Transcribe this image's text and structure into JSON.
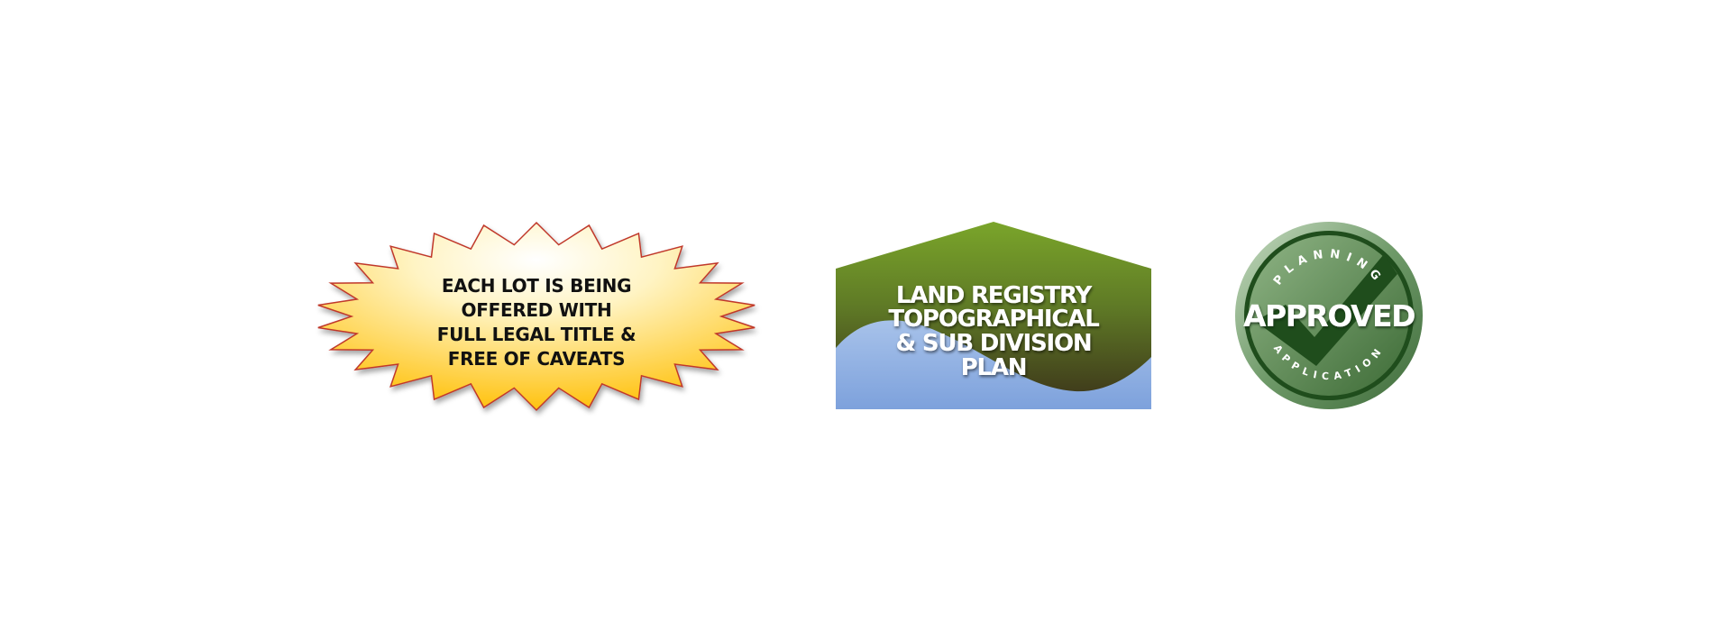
{
  "starburst": {
    "lines": [
      "EACH LOT IS BEING",
      "OFFERED WITH",
      "FULL LEGAL TITLE &",
      "FREE OF CAVEATS"
    ]
  },
  "house": {
    "lines": [
      "LAND REGISTRY",
      "TOPOGRAPHICAL",
      "& SUB DIVISION",
      "PLAN"
    ]
  },
  "seal": {
    "top_arc": "PLANNING",
    "main": "APPROVED",
    "bottom_arc": "APPLICATION",
    "icon": "checkmark-icon"
  },
  "colors": {
    "burst_light": "#fffbe6",
    "burst_dark": "#ffc41a",
    "burst_outline": "#c0392b",
    "house_green": "#7a9e2a",
    "house_dark": "#3d3a1c",
    "house_blue": "#86a8dd",
    "seal_light": "#9bbf96",
    "seal_dark": "#2f5e2c"
  }
}
